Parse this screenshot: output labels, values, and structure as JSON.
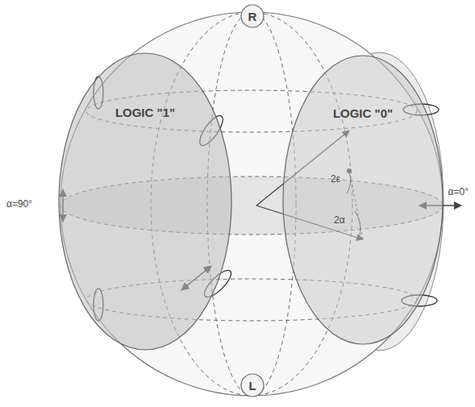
{
  "diagram": {
    "nodes": [
      {
        "text": [
          "R"
        ]
      },
      {
        "text": [
          "LOGIC \"1\""
        ]
      },
      {
        "text": [
          "LOGIC \"0\""
        ]
      },
      {
        "text": [
          "L"
        ]
      }
    ],
    "labels": [
      "α=90°",
      "α=0°",
      "2ε",
      "2α"
    ]
  }
}
